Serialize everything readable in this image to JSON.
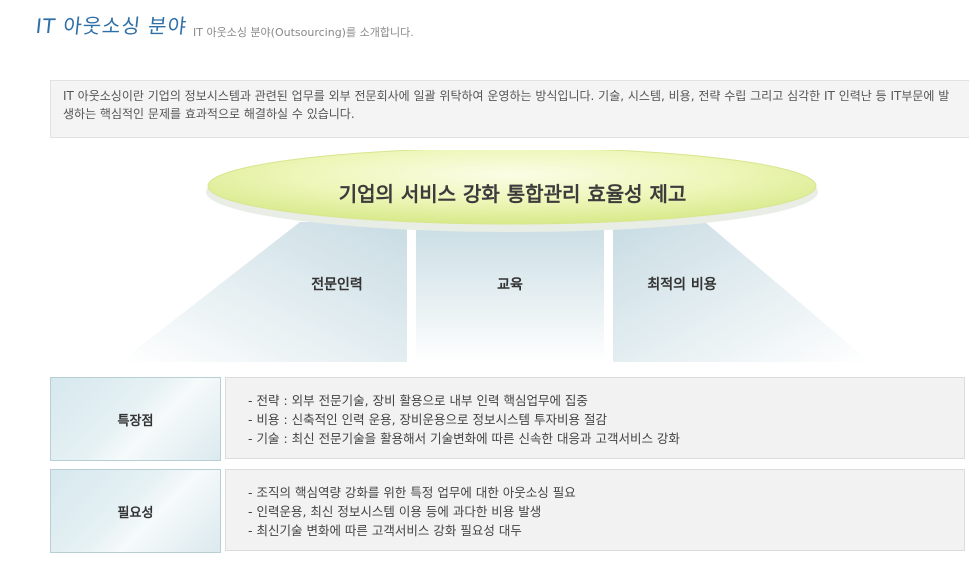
{
  "header": {
    "title": "IT 아웃소싱 분야",
    "subtitle": "IT 아웃소싱 분야(Outsourcing)를 소개합니다."
  },
  "intro": {
    "text": "IT 아웃소싱이란 기업의 정보시스템과 관련된 업무를 외부 전문회사에 일괄 위탁하여 운영하는 방식입니다. 기술, 시스템, 비용, 전략 수립 그리고 심각한 IT 인력난 등 IT부문에 발생하는 핵심적인 문제를 효과적으로 해결하실 수 있습니다."
  },
  "diagram": {
    "goal": "기업의 서비스 강화 통합관리 효율성 제고",
    "pillars": [
      {
        "label": "전문인력"
      },
      {
        "label": "교육"
      },
      {
        "label": "최적의 비용"
      }
    ]
  },
  "rows": [
    {
      "label": "특장점",
      "items": [
        "- 전략 : 외부 전문기술, 장비 활용으로 내부 인력 핵심업무에 집중",
        "- 비용 : 신축적인 인력 운용, 장비운용으로 정보시스템 투자비용 절감",
        "- 기술 : 최신 전문기술을 활용해서 기술변화에 따른 신속한 대응과 고객서비스 강화"
      ]
    },
    {
      "label": "필요성",
      "items": [
        "- 조직의 핵심역량 강화를 위한 특정 업무에 대한 아웃소싱 필요",
        "- 인력운용, 최신 정보시스템 이용 등에 과다한 비용 발생",
        "- 최신기술 변화에 따른 고객서비스 강화 필요성 대두"
      ]
    }
  ]
}
